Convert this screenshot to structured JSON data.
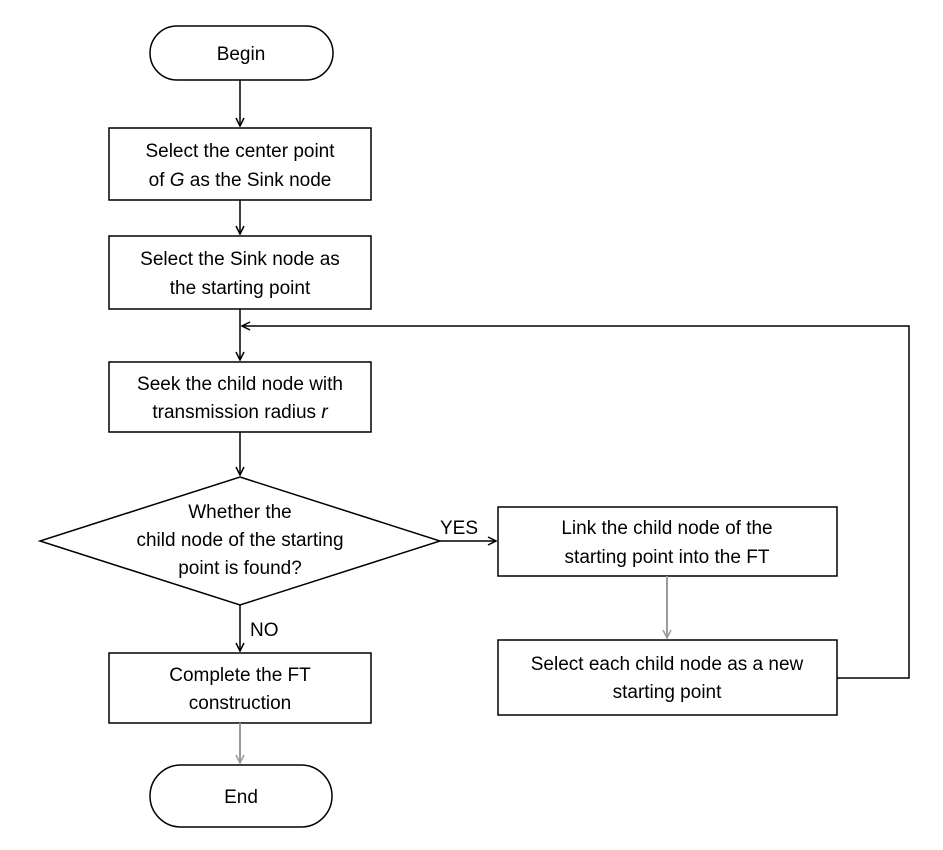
{
  "nodes": {
    "begin": {
      "line1": "Begin"
    },
    "select_center": {
      "line1": "Select the center point",
      "line2_pre": "of ",
      "line2_var": "G",
      "line2_post": " as the Sink node"
    },
    "select_sink": {
      "line1": "Select the Sink node as",
      "line2": "the starting point"
    },
    "seek_child": {
      "line1": "Seek the child node with",
      "line2_pre": "transmission radius ",
      "line2_var": "r"
    },
    "decision": {
      "line1": "Whether the",
      "line2": "child node of the starting",
      "line3": "point is found?"
    },
    "link_child": {
      "line1": "Link the child node of the",
      "line2": "starting point into the FT"
    },
    "select_each": {
      "line1": "Select each child node as a new",
      "line2": "starting point"
    },
    "complete": {
      "line1": "Complete the FT",
      "line2": "construction"
    },
    "end": {
      "line1": "End"
    }
  },
  "edge_labels": {
    "yes": "YES",
    "no": "NO"
  },
  "colors": {
    "stroke": "#000000",
    "gray_arrow": "#9a9a9a",
    "background": "#ffffff"
  }
}
